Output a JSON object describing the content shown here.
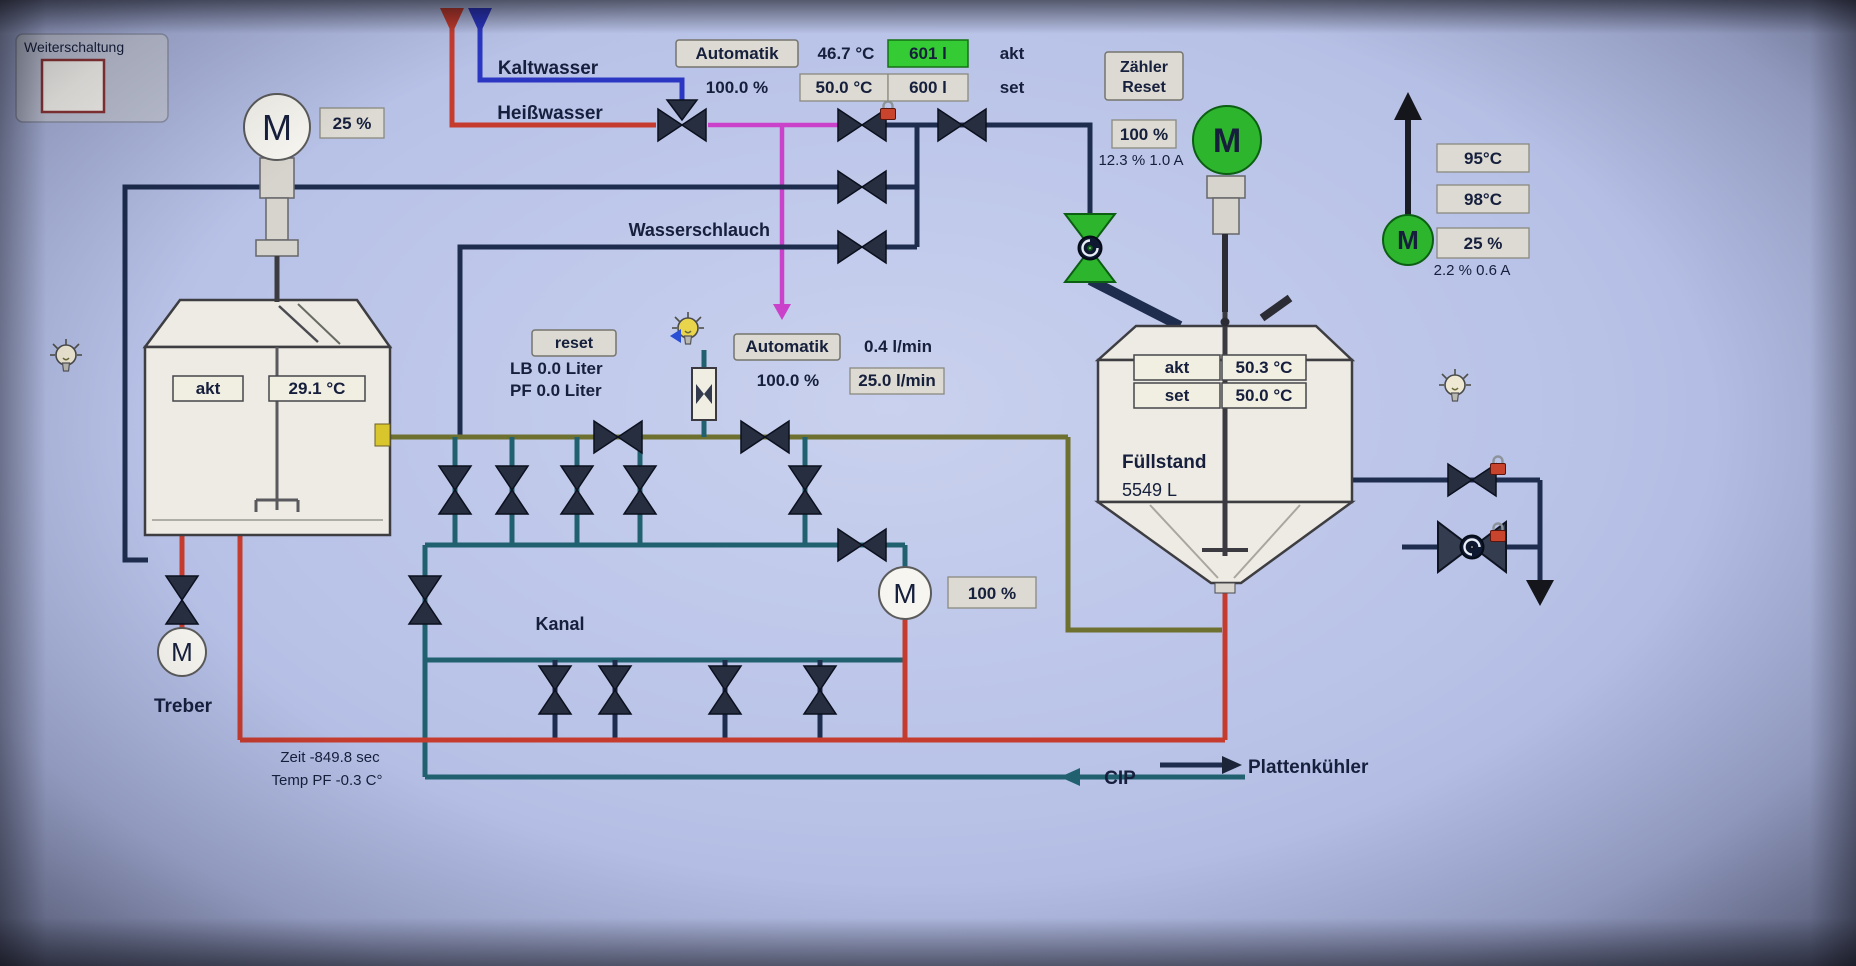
{
  "colors": {
    "background": "#b8c2e7",
    "pipe_navy": "#1e2c4e",
    "pipe_red": "#c53c2e",
    "pipe_blue": "#2b36c2",
    "pipe_magenta": "#ca42ca",
    "pipe_olive": "#6e7030",
    "pipe_teal": "#20606f",
    "status_green": "#2db52d",
    "lock_red": "#c8442c"
  },
  "panel": {
    "weiterschaltung": "Weiterschaltung"
  },
  "inlet": {
    "kaltwasser": "Kaltwasser",
    "heisswasser": "Heißwasser",
    "wasserschlauch": "Wasserschlauch",
    "automatik": "Automatik",
    "valve_percent": "100.0 %",
    "temp_akt": "46.7 °C",
    "temp_set": "50.0 °C",
    "volume_akt": "601 l",
    "volume_set": "600 l",
    "akt": "akt",
    "set": "set"
  },
  "counter": {
    "button_line1": "Zähler",
    "button_line2": "Reset",
    "percent": "100 %",
    "detail": "12.3 %  1.0 A"
  },
  "left_tank": {
    "motor_letter": "M",
    "motor_percent": "25 %",
    "akt": "akt",
    "temp": "29.1 °C",
    "treber_motor_letter": "M",
    "treber": "Treber"
  },
  "flow": {
    "reset": "reset",
    "lb": "LB 0.0 Liter",
    "pf": "PF 0.0 Liter",
    "automatik": "Automatik",
    "rate_akt": "0.4 l/min",
    "percent": "100.0 %",
    "rate_set": "25.0 l/min"
  },
  "kanal": {
    "label": "Kanal",
    "motor_letter": "M",
    "percent": "100 %"
  },
  "right_tank": {
    "motor_letter": "M",
    "akt": "akt",
    "temp_akt": "50.3 °C",
    "set": "set",
    "temp_set": "50.0 °C",
    "fuellstand": "Füllstand",
    "volume": "5549 L"
  },
  "outlet": {
    "temp1": "95°C",
    "temp2": "98°C",
    "motor_letter": "M",
    "motor_percent": "25 %",
    "detail": "2.2 %  0.6 A"
  },
  "bottom": {
    "zeit": "Zeit -849.8 sec",
    "temp_pf": "Temp PF -0.3 C°",
    "cip": "CIP",
    "plattenkuehler": "Plattenkühler"
  }
}
